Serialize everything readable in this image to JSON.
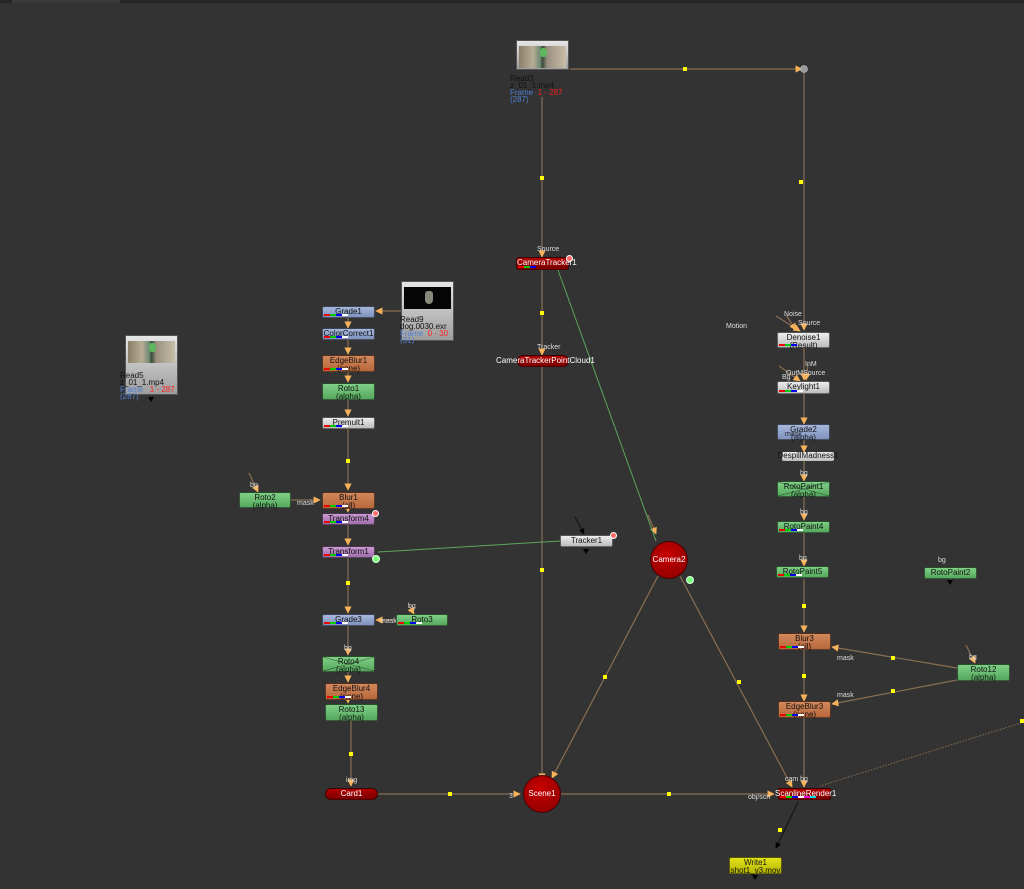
{
  "app": {
    "panel": "Node Graph"
  },
  "colors": {
    "background": "#333333",
    "pipe": "#8a6f52",
    "arrow": "#f7b25a",
    "dot": "#ffff00",
    "tracker_link": "#5ea65e"
  },
  "read_nodes": {
    "read3": {
      "name": "Read3",
      "file": "z_01_1.mp4",
      "frame_label": "Frame",
      "range": "1 - 287",
      "count": "(287)"
    },
    "read5": {
      "name": "Read5",
      "file": "z_01_1.mp4",
      "frame_label": "Frame",
      "range": "1 - 287",
      "count": "(287)"
    },
    "read9": {
      "name": "Read9",
      "file": "dog.0030.exr",
      "frame_label": "Frame",
      "range": "0 - 30",
      "count": "(31)"
    }
  },
  "nodes": {
    "grade1": {
      "label": "Grade1"
    },
    "colorcorrect1": {
      "label": "ColorCorrect1"
    },
    "edgeblur1": {
      "label": "EdgeBlur1",
      "sub": "(none)"
    },
    "roto1": {
      "label": "Roto1",
      "sub": "(alpha)"
    },
    "premult1": {
      "label": "Premult1"
    },
    "roto2": {
      "label": "Roto2",
      "sub": "(alpha)"
    },
    "blur1": {
      "label": "Blur1",
      "sub": "(all)"
    },
    "transform4": {
      "label": "Transform4"
    },
    "transform1": {
      "label": "Transform1"
    },
    "grade3": {
      "label": "Grade3"
    },
    "roto3": {
      "label": "Roto3"
    },
    "roto4": {
      "label": "Roto4",
      "sub": "(alpha)"
    },
    "edgeblur4": {
      "label": "EdgeBlur4",
      "sub": "(none)"
    },
    "roto13": {
      "label": "Roto13",
      "sub": "(alpha)"
    },
    "card1": {
      "label": "Card1"
    },
    "cameratracker1": {
      "label": "CameraTracker1"
    },
    "cameratrackerpointcloud1": {
      "label": "CameraTrackerPointCloud1"
    },
    "tracker1": {
      "label": "Tracker1"
    },
    "camera2": {
      "label": "Camera2"
    },
    "scene1": {
      "label": "Scene1"
    },
    "denoise1": {
      "label": "Denoise1",
      "sub": "(Result)"
    },
    "keylight1": {
      "label": "Keylight1"
    },
    "grade2": {
      "label": "Grade2",
      "sub": "(alpha)"
    },
    "despillmadness1": {
      "label": "DespillMadness1"
    },
    "rotopaint1": {
      "label": "RotoPaint1",
      "sub": "(alpha)"
    },
    "rotopaint4": {
      "label": "RotoPaint4"
    },
    "rotopaint5": {
      "label": "RotoPaint5"
    },
    "rotopaint2": {
      "label": "RotoPaint2"
    },
    "blur3": {
      "label": "Blur3",
      "sub": "(all)"
    },
    "edgeblur3": {
      "label": "EdgeBlur3",
      "sub": "(none)"
    },
    "roto12": {
      "label": "Roto12",
      "sub": "(alpha)"
    },
    "scanlinerender1": {
      "label": "ScanlineRender1"
    },
    "write1": {
      "label": "Write1",
      "sub": "shot1_v3.mov"
    }
  },
  "input_labels": {
    "source_ct": "Source",
    "tracker_pc": "Tracker",
    "motion": "Motion",
    "noise": "Noise",
    "source_dn": "Source",
    "inm": "InM",
    "outm_source": "OutMSource",
    "bg_kl": "Bg",
    "mask_g2": "mask",
    "bg_rp1": "bg",
    "bg_rp4": "bg",
    "bg_rp5": "bg",
    "bg_rp2": "bg",
    "bg_roto2": "bg",
    "mask_blur1": "mask",
    "bg_roto3": "bg",
    "mask_grade3": "mask",
    "bg_roto4": "bg",
    "img_card1": "img",
    "three_scene1": "3",
    "mask_blur3": "mask",
    "mask_edgeblur3": "mask",
    "bg_roto12": "bg",
    "cam_bg": "cam bg",
    "obj_scn": "obj/scn"
  }
}
